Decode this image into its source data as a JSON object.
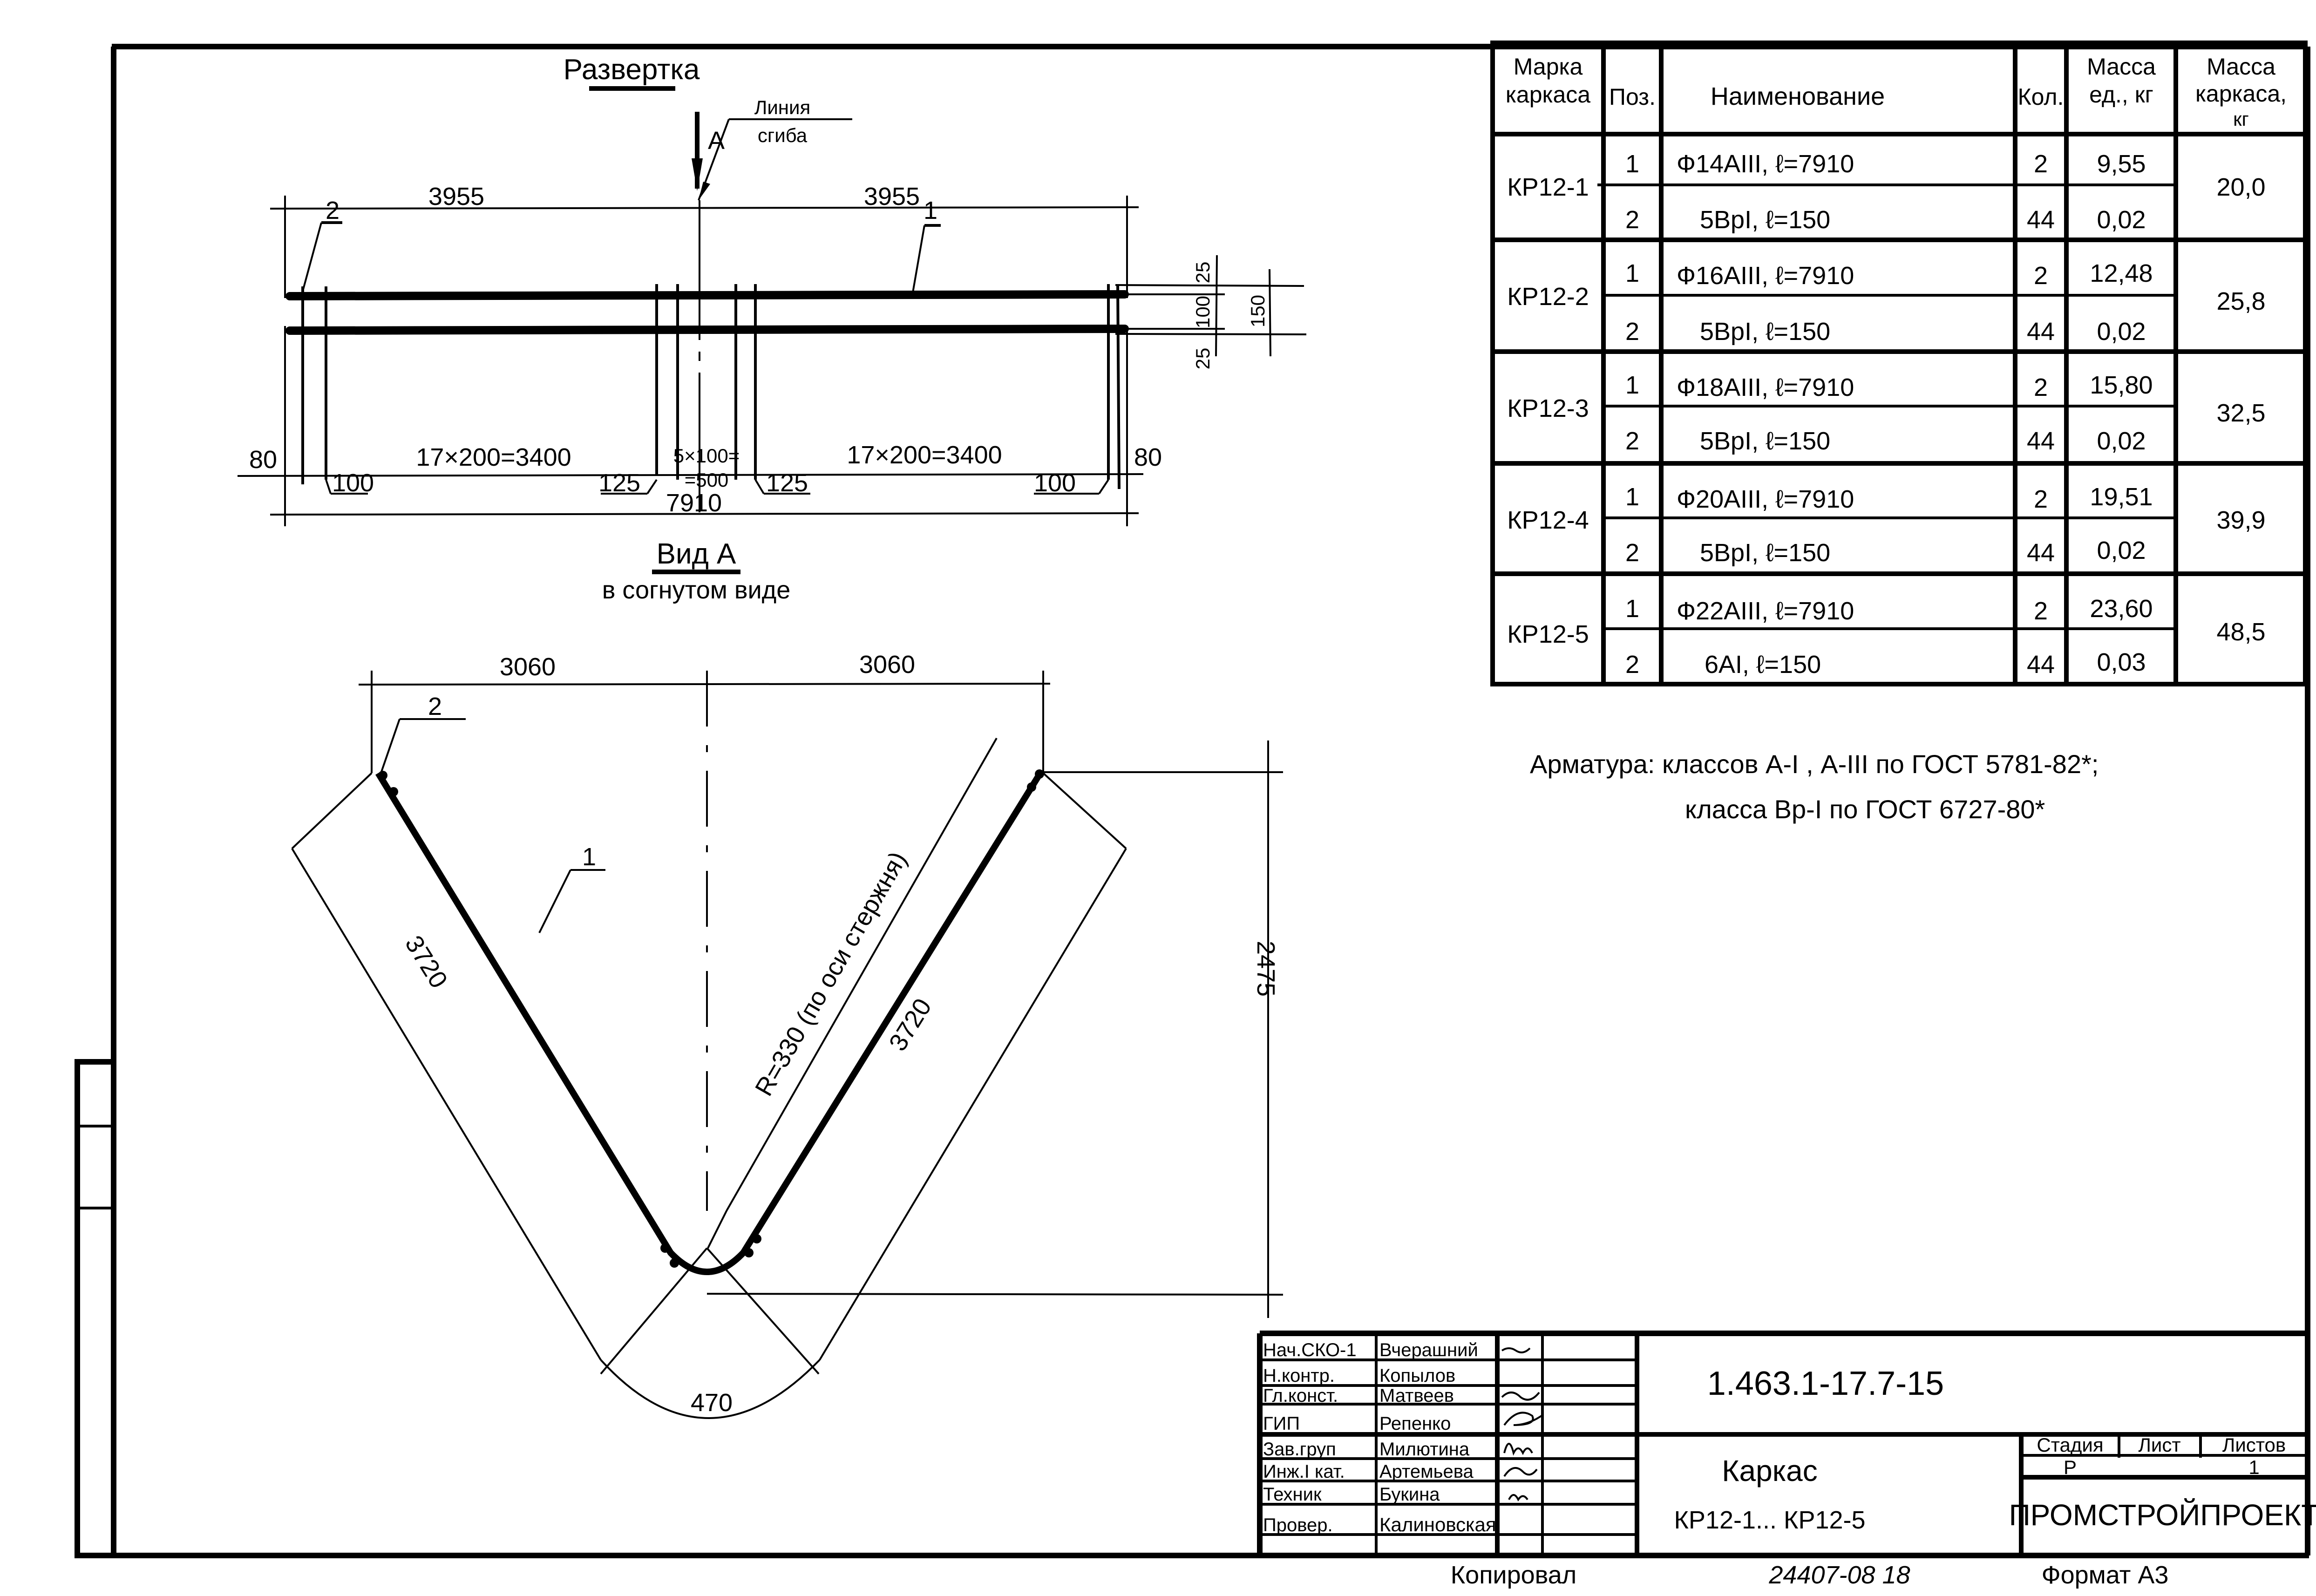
{
  "drawing": {
    "unfolded_title": "Развертка",
    "bend_line_label_1": "Линия",
    "bend_line_label_2": "сгиба",
    "view_arrow_label": "А",
    "view_title": "Вид А",
    "view_subtitle": "в согнутом виде",
    "unfolded_dims": {
      "half_left": "3955",
      "half_right": "3955",
      "left_end": "80",
      "right_end": "80",
      "left_spacing": "17×200=3400",
      "right_spacing": "17×200=3400",
      "center_spacing_1": "5×100=",
      "center_spacing_2": "=500",
      "offset_left_100": "100",
      "offset_left_125": "125",
      "offset_right_125": "125",
      "offset_right_100": "100",
      "total_length": "7910",
      "top_cover": "25",
      "bar_spacing": "100",
      "bottom_cover": "25",
      "total_width": "150"
    },
    "bent_dims": {
      "half_width_left": "3060",
      "half_width_right": "3060",
      "leg_left": "3720",
      "leg_right": "3720",
      "arc_length": "470",
      "height": "2475",
      "radius_note": "R=330 (по оси стержня)"
    },
    "position_marks": {
      "pos1": "1",
      "pos2": "2"
    }
  },
  "spec_table": {
    "headers": [
      "Марка каркаса",
      "Поз.",
      "Наименование",
      "Кол.",
      "Масса ед., кг",
      "Масса каркаса, кг"
    ],
    "header_lines": {
      "mark": [
        "Марка",
        "каркаса"
      ],
      "pos": [
        "Поз."
      ],
      "name": [
        "Наименование"
      ],
      "qty": [
        "Кол."
      ],
      "unit_mass": [
        "Масса",
        "ед., кг"
      ],
      "cage_mass": [
        "Масса",
        "каркаса,",
        "кг"
      ]
    },
    "groups": [
      {
        "mark": "КР12-1",
        "cage_mass": "20,0",
        "rows": [
          {
            "pos": "1",
            "name": "Ф14АIII, ℓ=7910",
            "qty": "2",
            "unit_mass": "9,55"
          },
          {
            "pos": "2",
            "name": "5ВрI, ℓ=150",
            "qty": "44",
            "unit_mass": "0,02"
          }
        ]
      },
      {
        "mark": "КР12-2",
        "cage_mass": "25,8",
        "rows": [
          {
            "pos": "1",
            "name": "Ф16АIII, ℓ=7910",
            "qty": "2",
            "unit_mass": "12,48"
          },
          {
            "pos": "2",
            "name": "5ВрI, ℓ=150",
            "qty": "44",
            "unit_mass": "0,02"
          }
        ]
      },
      {
        "mark": "КР12-3",
        "cage_mass": "32,5",
        "rows": [
          {
            "pos": "1",
            "name": "Ф18АIII, ℓ=7910",
            "qty": "2",
            "unit_mass": "15,80"
          },
          {
            "pos": "2",
            "name": "5ВрI, ℓ=150",
            "qty": "44",
            "unit_mass": "0,02"
          }
        ]
      },
      {
        "mark": "КР12-4",
        "cage_mass": "39,9",
        "rows": [
          {
            "pos": "1",
            "name": "Ф20АIII, ℓ=7910",
            "qty": "2",
            "unit_mass": "19,51"
          },
          {
            "pos": "2",
            "name": "5ВрI, ℓ=150",
            "qty": "44",
            "unit_mass": "0,02"
          }
        ]
      },
      {
        "mark": "КР12-5",
        "cage_mass": "48,5",
        "rows": [
          {
            "pos": "1",
            "name": "Ф22АIII, ℓ=7910",
            "qty": "2",
            "unit_mass": "23,60"
          },
          {
            "pos": "2",
            "name": "6АI, ℓ=150",
            "qty": "44",
            "unit_mass": "0,03"
          }
        ]
      }
    ]
  },
  "notes": {
    "line1": "Арматура: классов А-I , А-III по ГОСТ 5781-82*;",
    "line2": "класса Вр-I по ГОСТ 6727-80*"
  },
  "title_block": {
    "document_code": "1.463.1-17.7-15",
    "object_name_1": "Каркас",
    "object_name_2": "КР12-1... КР12-5",
    "stage_label": "Стадия",
    "sheet_label": "Лист",
    "sheets_label": "Листов",
    "stage_value": "Р",
    "sheet_value": "",
    "sheets_value": "1",
    "organization": "ПРОМСТРОЙПРОЕКТ",
    "signatories": [
      {
        "role": "Нач.СКО-1",
        "name": "Вчерашний"
      },
      {
        "role": "Н.контр.",
        "name": "Копылов"
      },
      {
        "role": "Гл.конст.",
        "name": "Матвеев"
      },
      {
        "role": "ГИП",
        "name": "Репенко"
      },
      {
        "role": "Зав.груп",
        "name": "Милютина"
      },
      {
        "role": "Инж.I кат.",
        "name": "Артемьева"
      },
      {
        "role": "Техник",
        "name": "Букина"
      },
      {
        "role": "Провер.",
        "name": "Калиновская"
      }
    ],
    "copied_label": "Копировал",
    "inventory_number": "24407-08   18",
    "format_label": "Формат А3"
  }
}
